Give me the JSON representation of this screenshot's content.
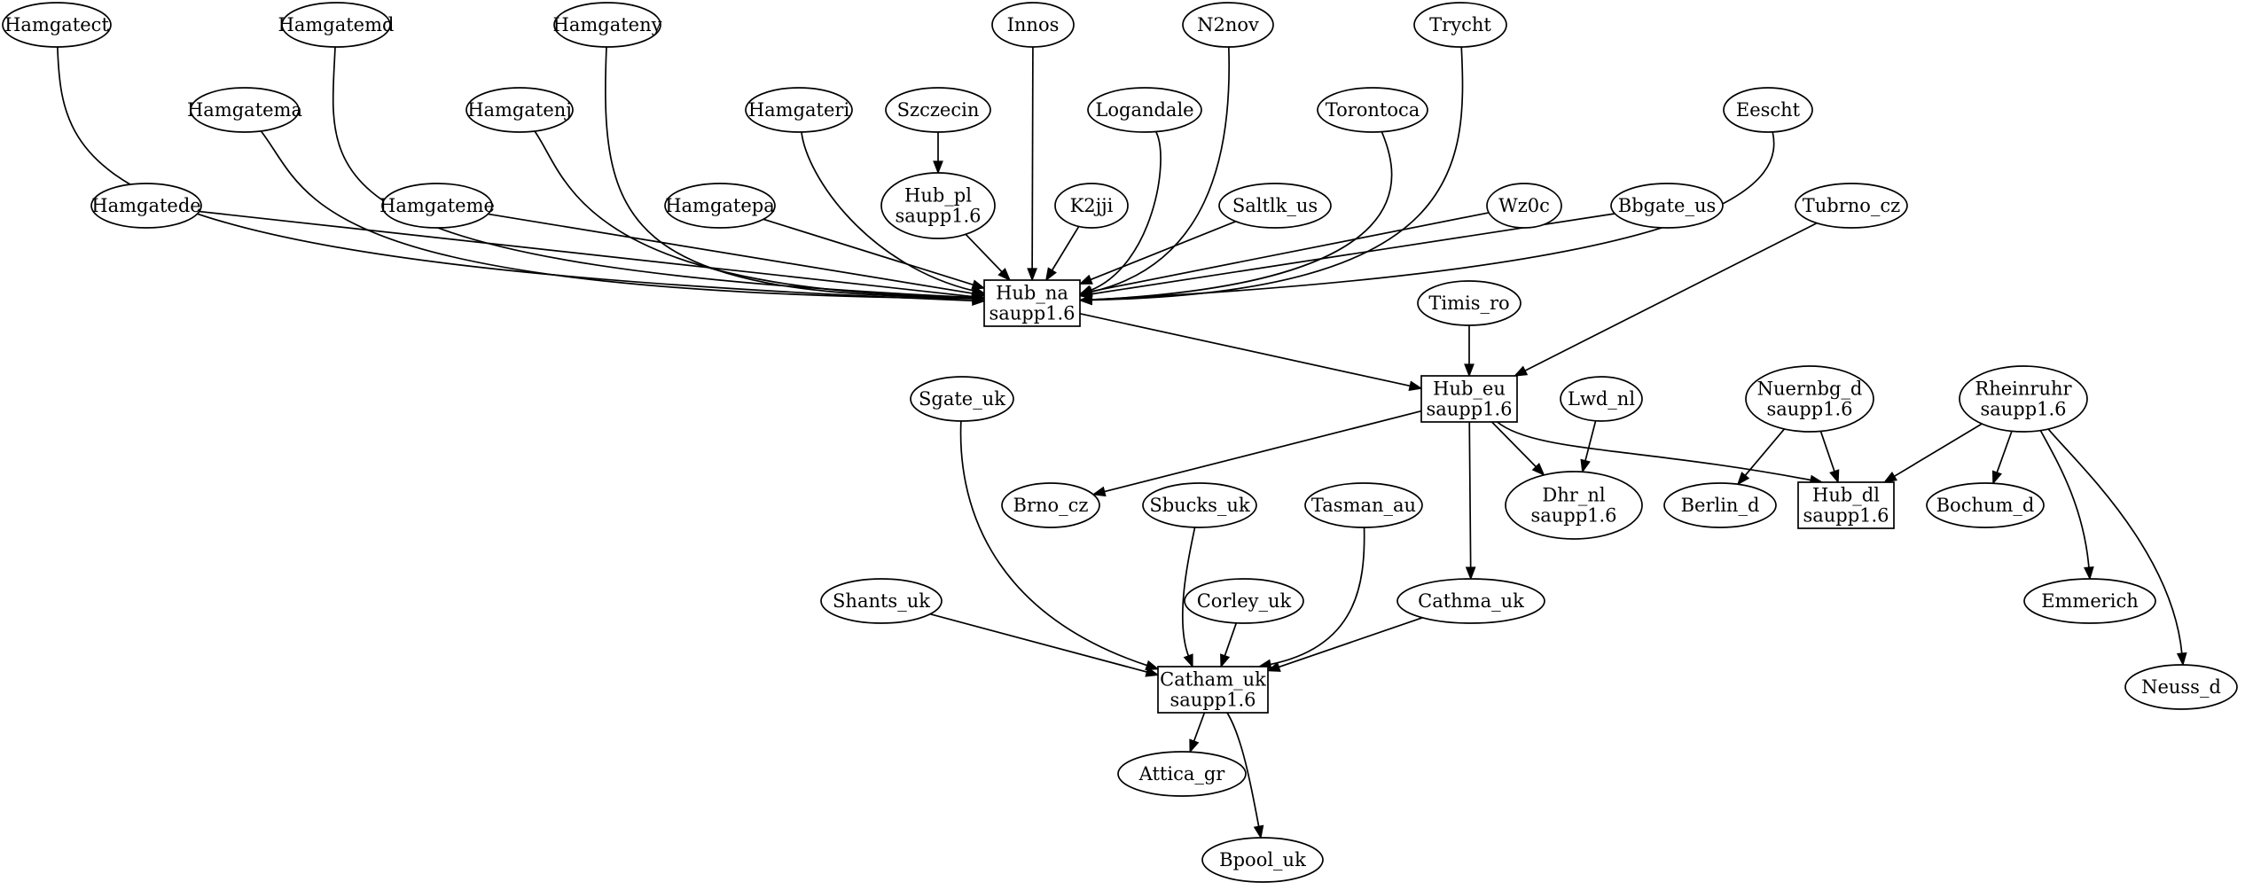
{
  "graph": {
    "nodes": [
      {
        "id": "hamgatect",
        "lines": [
          "Hamgatect"
        ],
        "shape": "ellipse"
      },
      {
        "id": "hamgatemd",
        "lines": [
          "Hamgatemd"
        ],
        "shape": "ellipse"
      },
      {
        "id": "hamgateny",
        "lines": [
          "Hamgateny"
        ],
        "shape": "ellipse"
      },
      {
        "id": "innos",
        "lines": [
          "Innos"
        ],
        "shape": "ellipse"
      },
      {
        "id": "n2nov",
        "lines": [
          "N2nov"
        ],
        "shape": "ellipse"
      },
      {
        "id": "trycht",
        "lines": [
          "Trycht"
        ],
        "shape": "ellipse"
      },
      {
        "id": "hamgatema",
        "lines": [
          "Hamgatema"
        ],
        "shape": "ellipse"
      },
      {
        "id": "hamgatenj",
        "lines": [
          "Hamgatenj"
        ],
        "shape": "ellipse"
      },
      {
        "id": "hamgateri",
        "lines": [
          "Hamgateri"
        ],
        "shape": "ellipse"
      },
      {
        "id": "szczecin",
        "lines": [
          "Szczecin"
        ],
        "shape": "ellipse"
      },
      {
        "id": "logandale",
        "lines": [
          "Logandale"
        ],
        "shape": "ellipse"
      },
      {
        "id": "torontoca",
        "lines": [
          "Torontoca"
        ],
        "shape": "ellipse"
      },
      {
        "id": "eescht",
        "lines": [
          "Eescht"
        ],
        "shape": "ellipse"
      },
      {
        "id": "hamgatede",
        "lines": [
          "Hamgatede"
        ],
        "shape": "ellipse"
      },
      {
        "id": "hamgateme",
        "lines": [
          "Hamgateme"
        ],
        "shape": "ellipse"
      },
      {
        "id": "hamgatepa",
        "lines": [
          "Hamgatepa"
        ],
        "shape": "ellipse"
      },
      {
        "id": "hub_pl",
        "lines": [
          "Hub_pl",
          "saupp1.6"
        ],
        "shape": "ellipse"
      },
      {
        "id": "k2jji",
        "lines": [
          "K2jji"
        ],
        "shape": "ellipse"
      },
      {
        "id": "saltlk_us",
        "lines": [
          "Saltlk_us"
        ],
        "shape": "ellipse"
      },
      {
        "id": "wz0c",
        "lines": [
          "Wz0c"
        ],
        "shape": "ellipse"
      },
      {
        "id": "bbgate_us",
        "lines": [
          "Bbgate_us"
        ],
        "shape": "ellipse"
      },
      {
        "id": "tubrno_cz",
        "lines": [
          "Tubrno_cz"
        ],
        "shape": "ellipse"
      },
      {
        "id": "hub_na",
        "lines": [
          "Hub_na",
          "saupp1.6"
        ],
        "shape": "box"
      },
      {
        "id": "timis_ro",
        "lines": [
          "Timis_ro"
        ],
        "shape": "ellipse"
      },
      {
        "id": "hub_eu",
        "lines": [
          "Hub_eu",
          "saupp1.6"
        ],
        "shape": "box"
      },
      {
        "id": "sgate_uk",
        "lines": [
          "Sgate_uk"
        ],
        "shape": "ellipse"
      },
      {
        "id": "lwd_nl",
        "lines": [
          "Lwd_nl"
        ],
        "shape": "ellipse"
      },
      {
        "id": "nuernbg_d",
        "lines": [
          "Nuernbg_d",
          "saupp1.6"
        ],
        "shape": "ellipse"
      },
      {
        "id": "rheinruhr",
        "lines": [
          "Rheinruhr",
          "saupp1.6"
        ],
        "shape": "ellipse"
      },
      {
        "id": "brno_cz",
        "lines": [
          "Brno_cz"
        ],
        "shape": "ellipse"
      },
      {
        "id": "sbucks_uk",
        "lines": [
          "Sbucks_uk"
        ],
        "shape": "ellipse"
      },
      {
        "id": "tasman_au",
        "lines": [
          "Tasman_au"
        ],
        "shape": "ellipse"
      },
      {
        "id": "dhr_nl",
        "lines": [
          "Dhr_nl",
          "saupp1.6"
        ],
        "shape": "ellipse"
      },
      {
        "id": "berlin_d",
        "lines": [
          "Berlin_d"
        ],
        "shape": "ellipse"
      },
      {
        "id": "hub_dl",
        "lines": [
          "Hub_dl",
          "saupp1.6"
        ],
        "shape": "box"
      },
      {
        "id": "bochum_d",
        "lines": [
          "Bochum_d"
        ],
        "shape": "ellipse"
      },
      {
        "id": "shants_uk",
        "lines": [
          "Shants_uk"
        ],
        "shape": "ellipse"
      },
      {
        "id": "corley_uk",
        "lines": [
          "Corley_uk"
        ],
        "shape": "ellipse"
      },
      {
        "id": "cathma_uk",
        "lines": [
          "Cathma_uk"
        ],
        "shape": "ellipse"
      },
      {
        "id": "emmerich",
        "lines": [
          "Emmerich"
        ],
        "shape": "ellipse"
      },
      {
        "id": "catham_uk",
        "lines": [
          "Catham_uk",
          "saupp1.6"
        ],
        "shape": "box"
      },
      {
        "id": "neuss_d",
        "lines": [
          "Neuss_d"
        ],
        "shape": "ellipse"
      },
      {
        "id": "attica_gr",
        "lines": [
          "Attica_gr"
        ],
        "shape": "ellipse"
      },
      {
        "id": "bpool_uk",
        "lines": [
          "Bpool_uk"
        ],
        "shape": "ellipse"
      }
    ],
    "edges": [
      {
        "from": "hamgatect",
        "to": "hub_na"
      },
      {
        "from": "hamgatemd",
        "to": "hub_na"
      },
      {
        "from": "hamgateny",
        "to": "hub_na"
      },
      {
        "from": "innos",
        "to": "hub_na"
      },
      {
        "from": "n2nov",
        "to": "hub_na"
      },
      {
        "from": "trycht",
        "to": "hub_na"
      },
      {
        "from": "hamgatema",
        "to": "hub_na"
      },
      {
        "from": "hamgatenj",
        "to": "hub_na"
      },
      {
        "from": "hamgateri",
        "to": "hub_na"
      },
      {
        "from": "szczecin",
        "to": "hub_pl"
      },
      {
        "from": "logandale",
        "to": "hub_na"
      },
      {
        "from": "torontoca",
        "to": "hub_na"
      },
      {
        "from": "eescht",
        "to": "hub_na"
      },
      {
        "from": "hamgatede",
        "to": "hub_na"
      },
      {
        "from": "hamgateme",
        "to": "hub_na"
      },
      {
        "from": "hamgatepa",
        "to": "hub_na"
      },
      {
        "from": "hub_pl",
        "to": "hub_na"
      },
      {
        "from": "k2jji",
        "to": "hub_na"
      },
      {
        "from": "saltlk_us",
        "to": "hub_na"
      },
      {
        "from": "wz0c",
        "to": "hub_na"
      },
      {
        "from": "bbgate_us",
        "to": "hub_na"
      },
      {
        "from": "hub_na",
        "to": "hub_eu"
      },
      {
        "from": "tubrno_cz",
        "to": "hub_eu"
      },
      {
        "from": "timis_ro",
        "to": "hub_eu"
      },
      {
        "from": "hub_eu",
        "to": "brno_cz"
      },
      {
        "from": "hub_eu",
        "to": "dhr_nl"
      },
      {
        "from": "hub_eu",
        "to": "hub_dl"
      },
      {
        "from": "hub_eu",
        "to": "cathma_uk"
      },
      {
        "from": "lwd_nl",
        "to": "dhr_nl"
      },
      {
        "from": "nuernbg_d",
        "to": "berlin_d"
      },
      {
        "from": "nuernbg_d",
        "to": "hub_dl"
      },
      {
        "from": "rheinruhr",
        "to": "hub_dl"
      },
      {
        "from": "rheinruhr",
        "to": "bochum_d"
      },
      {
        "from": "rheinruhr",
        "to": "emmerich"
      },
      {
        "from": "rheinruhr",
        "to": "neuss_d"
      },
      {
        "from": "sgate_uk",
        "to": "catham_uk"
      },
      {
        "from": "sbucks_uk",
        "to": "catham_uk"
      },
      {
        "from": "tasman_au",
        "to": "catham_uk"
      },
      {
        "from": "shants_uk",
        "to": "catham_uk"
      },
      {
        "from": "corley_uk",
        "to": "catham_uk"
      },
      {
        "from": "cathma_uk",
        "to": "catham_uk"
      },
      {
        "from": "catham_uk",
        "to": "attica_gr"
      },
      {
        "from": "catham_uk",
        "to": "bpool_uk"
      }
    ]
  }
}
